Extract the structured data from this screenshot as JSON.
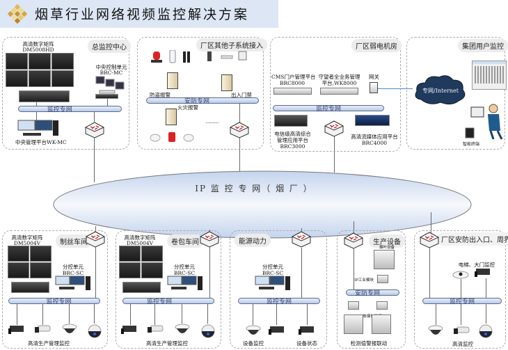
{
  "header": {
    "title": "烟草行业网络视频监控解决方案",
    "logo_icon": "gold-diamond-grid-icon"
  },
  "core_network": {
    "label": "IP 监 控 专 网（ 烟 厂 ）"
  },
  "colors": {
    "header_bg": "#dce6f4",
    "bus_fill": "#c9d8ef",
    "zone_border": "#aaaaaa",
    "zone_label_bg": "#ececec"
  },
  "zones": {
    "central": {
      "label": "总监控中心",
      "matrix_name": "高清数字矩阵",
      "matrix_model": "DM5008HD",
      "control_unit_name": "中央控制单元",
      "control_unit_model": "BRC-MC",
      "bus_label": "监控专网",
      "platform_label": "中央管理平台WK-MC"
    },
    "subsystems": {
      "label": "厂区其他子系统接入",
      "anti_theft": "防盗报警",
      "access": "出入门禁",
      "fire": "火灾报警",
      "bus_label": "安防专网",
      "ellipsis": "........"
    },
    "server_room": {
      "label": "厂区弱电机房",
      "cms_name": "CMS门户管理平台",
      "cms_model": "BRC8000",
      "guard_name": "守望者全业务管理",
      "guard_model": "平台,WK8000",
      "gateway": "网关",
      "bus_label": "监控专网",
      "telecom_line1": "电信级高清综合",
      "telecom_line2": "管理应用平台",
      "telecom_model": "BRC3000",
      "stream_name": "高清流媒体应用平台",
      "stream_model": "BRC4000"
    },
    "group_user": {
      "label": "集团用户监控",
      "cloud_label": "专网/Internet",
      "smart_terminal": "智能终端"
    },
    "wire_workshop": {
      "label": "制丝车间",
      "matrix_name": "高清数字矩阵",
      "matrix_model": "DM5004V",
      "sub_unit_name": "分控单元",
      "sub_unit_model": "BRC-SC",
      "bus_label": "监控专网",
      "cameras_label": "高清生产管理监控"
    },
    "roll_workshop": {
      "label": "卷包车间",
      "matrix_name": "高清数字矩阵",
      "matrix_model": "DM5004V",
      "sub_unit_name": "分控单元",
      "sub_unit_model": "BRC-SC",
      "bus_label": "监控专网",
      "cameras_label": "高清生产管理监控"
    },
    "energy": {
      "label": "能源动力",
      "sub_unit_name": "分控单元",
      "sub_unit_model": "BRC-SC",
      "bus_label": "监控专网",
      "device_monitor": "设备监控",
      "device_status": "设备状态"
    },
    "production": {
      "label": "生产设备",
      "tobacco_equipment": "烟叶设备",
      "ip_module": "IP工业模块",
      "bus_label": "安防专网",
      "cig_machine": "卷烟包装机",
      "alarm_link": "检测值警报联动"
    },
    "perimeter": {
      "label": "厂区安防出入口、周界",
      "elevator_gate": "电梯、大门监控",
      "bus_label": "监控专网",
      "hd_monitor": "高清监控"
    }
  }
}
